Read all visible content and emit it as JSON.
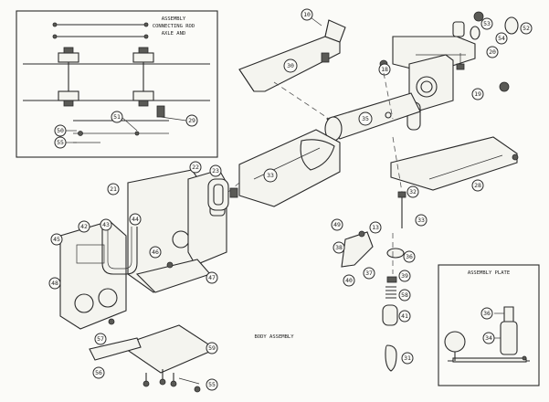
{
  "diagram": {
    "inset_top_left": {
      "caption_lines": [
        "ASSEMBLY",
        "CONNECTING ROD",
        "AXLE AND"
      ],
      "callouts": [
        "50",
        "51",
        "55",
        "29"
      ]
    },
    "inset_bottom_right": {
      "caption": "ASSEMBLY PLATE",
      "callouts": [
        "36",
        "34"
      ]
    },
    "body_assembly_caption": "BODY ASSEMBLY",
    "callouts": {
      "c10": "10",
      "c30": "30",
      "c53": "53",
      "c52": "52",
      "c54": "54",
      "c20": "20",
      "c18": "18",
      "c19": "19",
      "c35": "35",
      "c33": "33",
      "c28": "28",
      "c32": "32",
      "c33b": "33",
      "c36": "36",
      "c49": "49",
      "c13": "13",
      "c38": "38",
      "c37": "37",
      "c58": "58",
      "c31": "31",
      "c40": "40",
      "c39": "39",
      "c41": "41",
      "c42": "42",
      "c43": "43",
      "c44": "44",
      "c45": "45",
      "c46": "46",
      "c47": "47",
      "c48": "48",
      "c57": "57",
      "c56": "56",
      "c59": "59",
      "c55": "55",
      "c21": "21",
      "c22": "22",
      "c23": "23"
    }
  }
}
